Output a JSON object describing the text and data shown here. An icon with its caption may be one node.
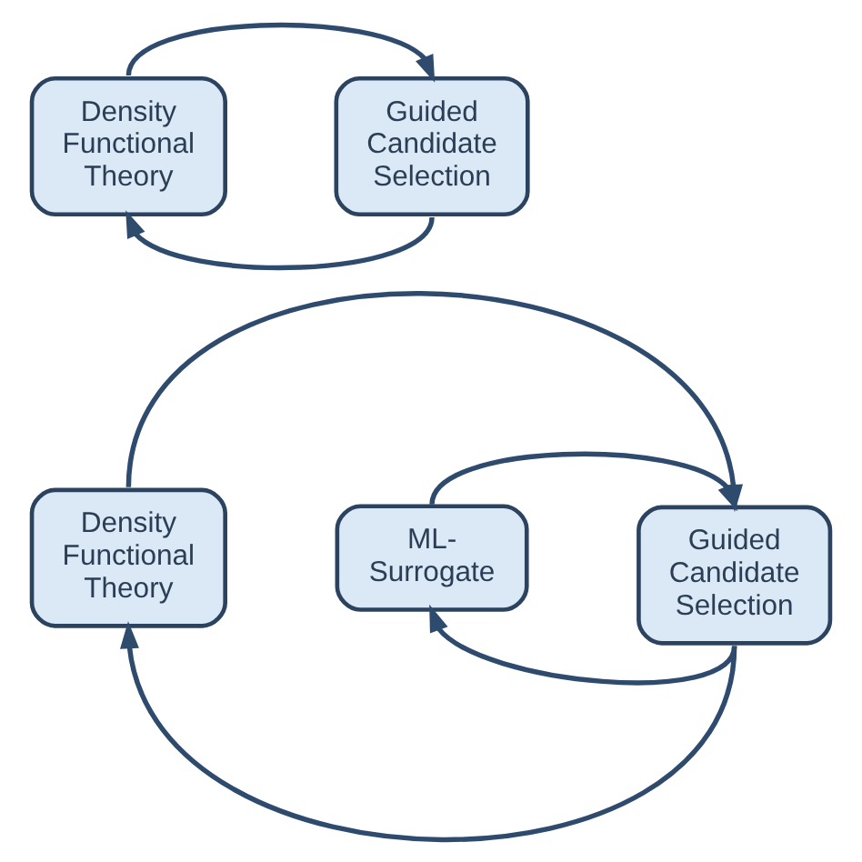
{
  "diagram": {
    "nodes": [
      {
        "text": [
          "Density Functional Theory"
        ]
      },
      {
        "text": [
          "Guided Candidate Selection"
        ]
      },
      {
        "text": [
          "Density Functional Theory"
        ]
      },
      {
        "text": [
          "ML- Surrogate"
        ]
      },
      {
        "text": [
          "Guided Candidate Selection"
        ]
      }
    ],
    "edges": [
      {
        "from": 0,
        "to": 1,
        "arrow": "to"
      },
      {
        "from": 1,
        "to": 0,
        "arrow": "to"
      },
      {
        "from": 2,
        "to": 4,
        "arrow": "to"
      },
      {
        "from": 3,
        "to": 4,
        "arrow": "to"
      },
      {
        "from": 4,
        "to": 2,
        "arrow": "to"
      },
      {
        "from": 4,
        "to": 3,
        "arrow": "to"
      }
    ]
  }
}
